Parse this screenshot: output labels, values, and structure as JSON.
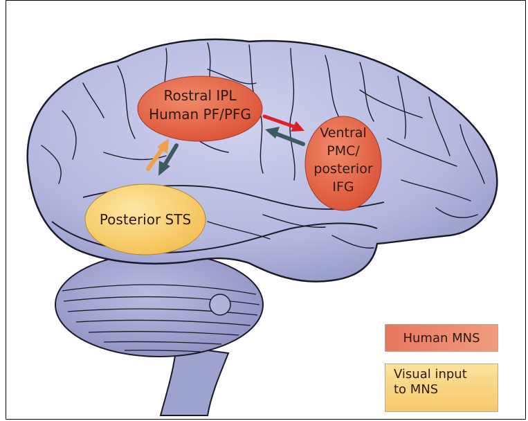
{
  "regions": {
    "rostral_ipl": {
      "line1": "Rostral IPL",
      "line2": "Human PF/PFG"
    },
    "ventral_pmc": {
      "line1": "Ventral",
      "line2": "PMC/",
      "line3": "posterior",
      "line4": "IFG"
    },
    "posterior_sts": {
      "label": "Posterior STS"
    }
  },
  "legend": {
    "human_mns": "Human MNS",
    "visual_input_line1": "Visual input",
    "visual_input_line2": "to MNS"
  },
  "colors": {
    "brain": "#b9bde0",
    "brain_shadow": "#8e93c4",
    "mns_region": "#e8664a",
    "visual_region": "#f8cf6a",
    "arrow_red": "#d8232a",
    "arrow_dark": "#3d5a5e",
    "arrow_orange": "#f0a04b"
  }
}
